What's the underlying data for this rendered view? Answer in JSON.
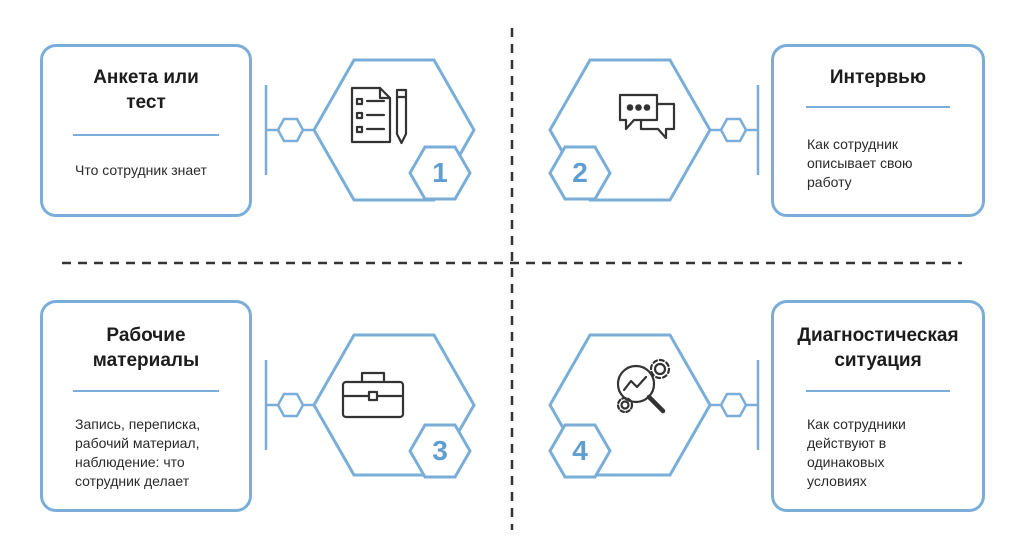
{
  "colors": {
    "accent": "#7aaed9",
    "number": "#5f9ed2",
    "icon": "#333333",
    "divider": "#333333"
  },
  "steps": [
    {
      "number": "1",
      "title": "Анкета или тест",
      "description": "Что сотрудник знает",
      "icon": "checklist-pencil-icon"
    },
    {
      "number": "2",
      "title": "Интервью",
      "description": "Как сотрудник описывает свою работу",
      "icon": "chat-bubbles-icon"
    },
    {
      "number": "3",
      "title": "Рабочие материалы",
      "description": "Запись, переписка, рабочий материал, наблюдение: что сотрудник делает",
      "icon": "briefcase-icon"
    },
    {
      "number": "4",
      "title": "Диагностическая ситуация",
      "description": "Как сотрудники действуют в одинаковых условиях",
      "icon": "magnifier-gears-icon"
    }
  ]
}
